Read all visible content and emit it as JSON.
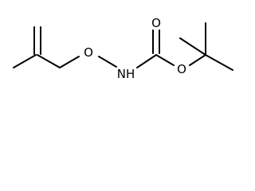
{
  "molecule": {
    "atoms": {
      "ether_oxygen": "O",
      "amine_nitrogen_hydrogen": "NH",
      "carbonyl_oxygen": "O",
      "ester_oxygen": "O"
    }
  }
}
